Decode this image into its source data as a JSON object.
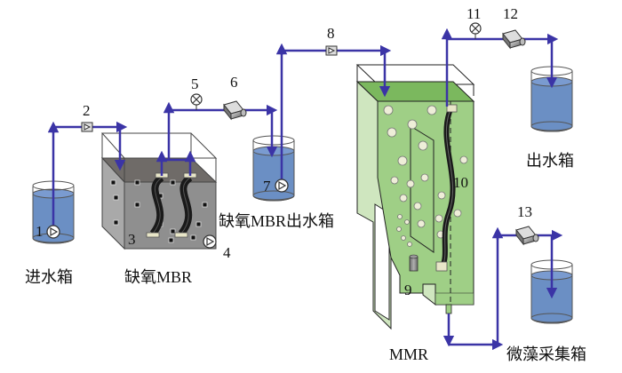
{
  "colors": {
    "pipe": "#3b34a6",
    "water": "#6b8fc4",
    "water_top": "#7a9bd0",
    "anoxic_front": "#8f8f8f",
    "anoxic_side": "#a9a9a9",
    "anoxic_top": "#6f6b68",
    "mmr_green": "#9fcf86",
    "mmr_green_dark": "#7bb85e",
    "mmr_green_light": "#cfe6bf"
  },
  "numbers": {
    "n1": "1",
    "n2": "2",
    "n3": "3",
    "n4": "4",
    "n5": "5",
    "n6": "6",
    "n7": "7",
    "n8": "8",
    "n9": "9",
    "n10": "10",
    "n11": "11",
    "n12": "12",
    "n13": "13"
  },
  "captions": {
    "influent_tank": "进水箱",
    "anoxic_mbr": "缺氧MBR",
    "anoxic_effluent_tank": "缺氧MBR出水箱",
    "mmr": "MMR",
    "effluent_tank": "出水箱",
    "microalgae_tank": "微藻采集箱"
  },
  "components": [
    {
      "id": "1",
      "type": "pump-icon"
    },
    {
      "id": "2",
      "type": "check-valve-icon"
    },
    {
      "id": "3",
      "type": "membrane-module-icon"
    },
    {
      "id": "4",
      "type": "pump-icon"
    },
    {
      "id": "5",
      "type": "pressure-gauge-icon"
    },
    {
      "id": "6",
      "type": "peristaltic-pump-icon"
    },
    {
      "id": "7",
      "type": "pump-icon"
    },
    {
      "id": "8",
      "type": "check-valve-icon"
    },
    {
      "id": "9",
      "type": "aerator-icon"
    },
    {
      "id": "10",
      "type": "membrane-module-icon"
    },
    {
      "id": "11",
      "type": "pressure-gauge-icon"
    },
    {
      "id": "12",
      "type": "peristaltic-pump-icon"
    },
    {
      "id": "13",
      "type": "peristaltic-pump-icon"
    }
  ]
}
